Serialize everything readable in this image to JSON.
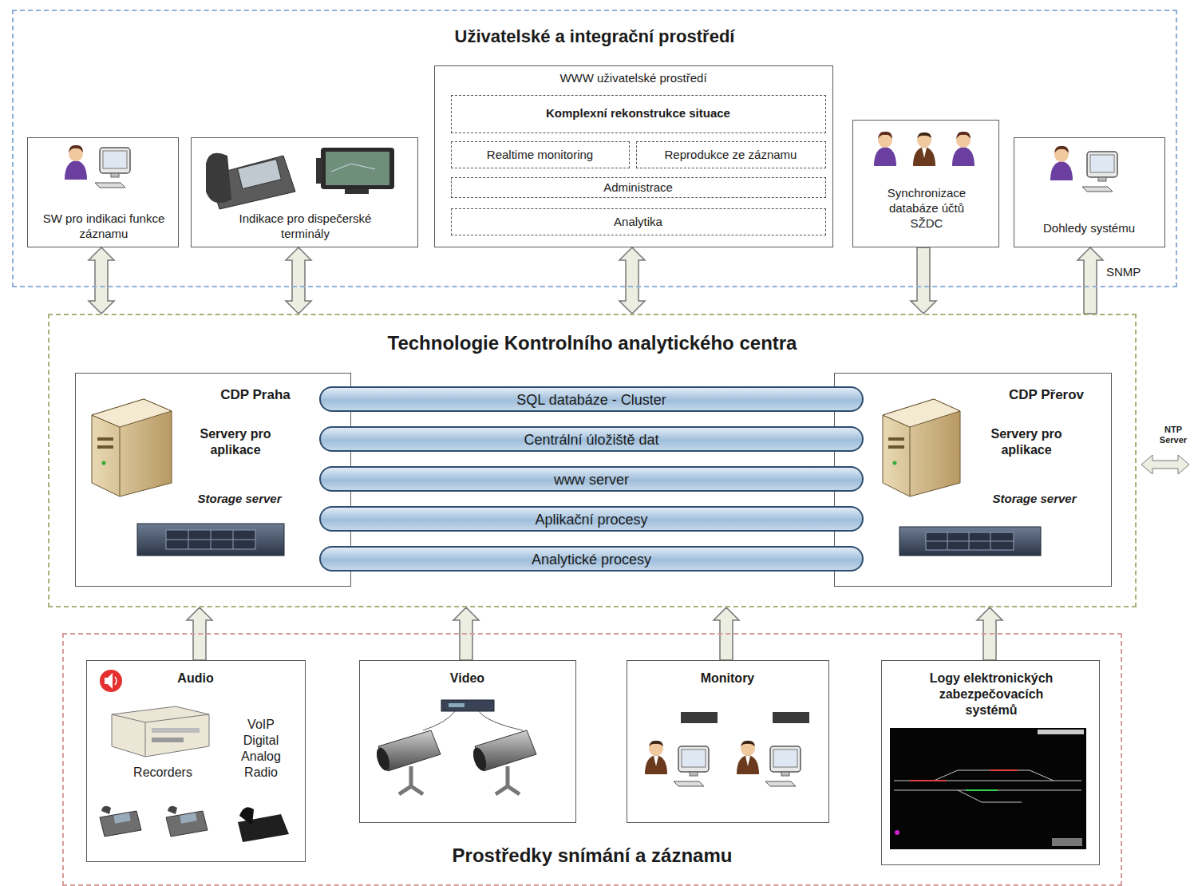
{
  "diagram": {
    "nodes": [
      {
        "text": [
          "Uživatelské a integrační prostředí"
        ]
      },
      {
        "text": [
          "SW pro indikaci funkce záznamu"
        ],
        "in": 0
      },
      {
        "text": [
          "Indikace pro dispečerské terminály"
        ],
        "in": 0
      },
      {
        "text": [
          "WWW uživatelské prostředí"
        ],
        "in": 0
      },
      {
        "text": [
          "Komplexní rekonstrukce situace"
        ],
        "in": 3
      },
      {
        "text": [
          "Realtime monitoring"
        ],
        "in": 3
      },
      {
        "text": [
          "Reprodukce ze záznamu"
        ],
        "in": 3
      },
      {
        "text": [
          "Administrace"
        ],
        "in": 3
      },
      {
        "text": [
          "Analytika"
        ],
        "in": 3
      },
      {
        "text": [
          "Synchronizace databáze účtů SŽDC"
        ],
        "in": 0
      },
      {
        "text": [
          "Dohledy systému"
        ],
        "in": 0
      },
      {
        "text": [
          "Technologie Kontrolního analytického centra"
        ]
      },
      {
        "text": [
          "CDP Praha",
          "Servery pro aplikace",
          "Storage server"
        ],
        "in": 11
      },
      {
        "text": [
          "SQL databáze - Cluster"
        ],
        "in": 11
      },
      {
        "text": [
          "Centrální úložiště dat"
        ],
        "in": 11
      },
      {
        "text": [
          "www server"
        ],
        "in": 11
      },
      {
        "text": [
          "Aplikační procesy"
        ],
        "in": 11
      },
      {
        "text": [
          "Analytické procesy"
        ],
        "in": 11
      },
      {
        "text": [
          "CDP Přerov",
          "Servery pro aplikace",
          "Storage server"
        ],
        "in": 11
      },
      {
        "text": [
          "Prostředky snímání a záznamu"
        ]
      },
      {
        "text": [
          "Audio",
          "VoIP Digital Analog Radio",
          "Recorders"
        ],
        "in": 19
      },
      {
        "text": [
          "Video"
        ],
        "in": 19
      },
      {
        "text": [
          "Monitory"
        ],
        "in": 19
      },
      {
        "text": [
          "Logy elektronických zabezpečovacích systémů"
        ],
        "in": 19
      }
    ],
    "edges": [
      {
        "from": 1,
        "to": 11,
        "arrow": "both"
      },
      {
        "from": 2,
        "to": 11,
        "arrow": "both"
      },
      {
        "from": 3,
        "to": 11,
        "arrow": "both"
      },
      {
        "from": 9,
        "to": 11,
        "arrow": "to"
      },
      {
        "from": 11,
        "to": 10,
        "arrow": "to",
        "label": "SNMP"
      },
      {
        "from": 20,
        "to": 11,
        "arrow": "to"
      },
      {
        "from": 21,
        "to": 11,
        "arrow": "to"
      },
      {
        "from": 22,
        "to": 11,
        "arrow": "to"
      },
      {
        "from": 23,
        "to": 11,
        "arrow": "to"
      }
    ],
    "labels": [
      "NTP Server"
    ]
  }
}
